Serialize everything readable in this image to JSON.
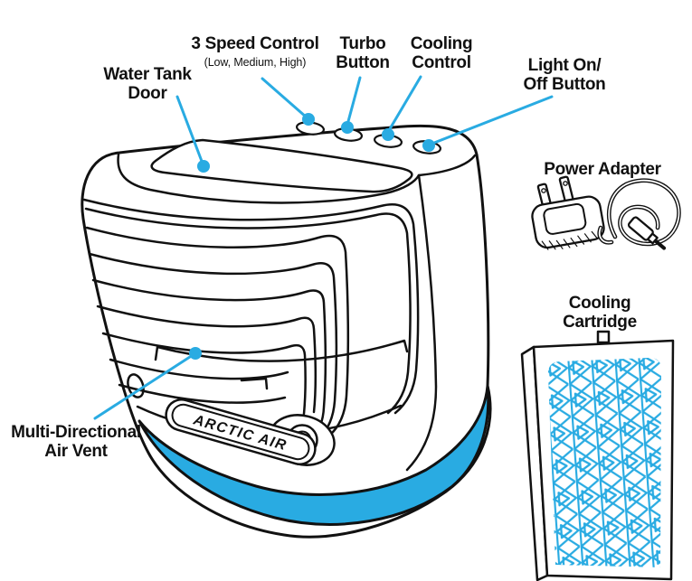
{
  "diagram": {
    "type": "product-parts-diagram",
    "product": "personal space cooler",
    "badge": "ARCTIC AIR",
    "colors": {
      "accent": "#29ABE2",
      "line": "#111111",
      "background": "#FFFFFF"
    },
    "labels": {
      "water_tank_door": {
        "line1": "Water Tank",
        "line2": "Door"
      },
      "speed_control": {
        "line1": "3 Speed Control",
        "sub": "(Low, Medium, High)"
      },
      "turbo_button": {
        "line1": "Turbo",
        "line2": "Button"
      },
      "cooling_control": {
        "line1": "Cooling",
        "line2": "Control"
      },
      "light_button": {
        "line1": "Light On/",
        "line2": "Off Button"
      },
      "power_adapter": {
        "line1": "Power Adapter"
      },
      "cooling_cartridge": {
        "line1": "Cooling",
        "line2": "Cartridge"
      },
      "air_vent": {
        "line1": "Multi-Directional",
        "line2": "Air Vent"
      }
    }
  }
}
